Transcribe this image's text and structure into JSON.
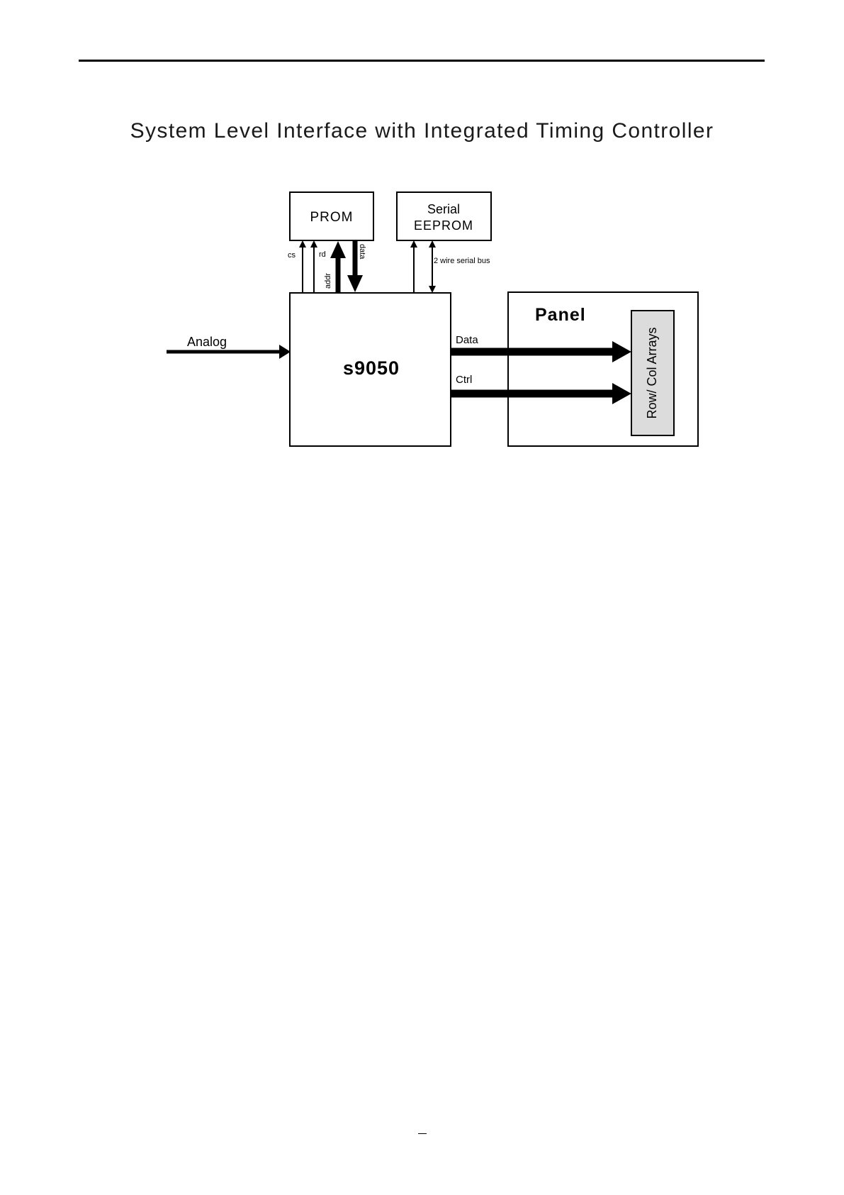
{
  "page": {
    "title": "System Level Interface  with Integrated Timing Controller"
  },
  "diagram": {
    "blocks": {
      "prom": "PROM",
      "serial_eeprom_line1": "Serial",
      "serial_eeprom_line2": "EEPROM",
      "controller": "s9050",
      "panel": "Panel",
      "row_col_arrays": "Row/ Col Arrays"
    },
    "signals": {
      "analog": "Analog",
      "data_out": "Data",
      "ctrl_out": "Ctrl",
      "cs": "cs",
      "rd": "rd",
      "addr": "addr",
      "prom_data": "data",
      "serial_bus": "2 wire serial bus"
    },
    "colors": {
      "line": "#000000",
      "array_fill": "#dcdcdc"
    }
  }
}
